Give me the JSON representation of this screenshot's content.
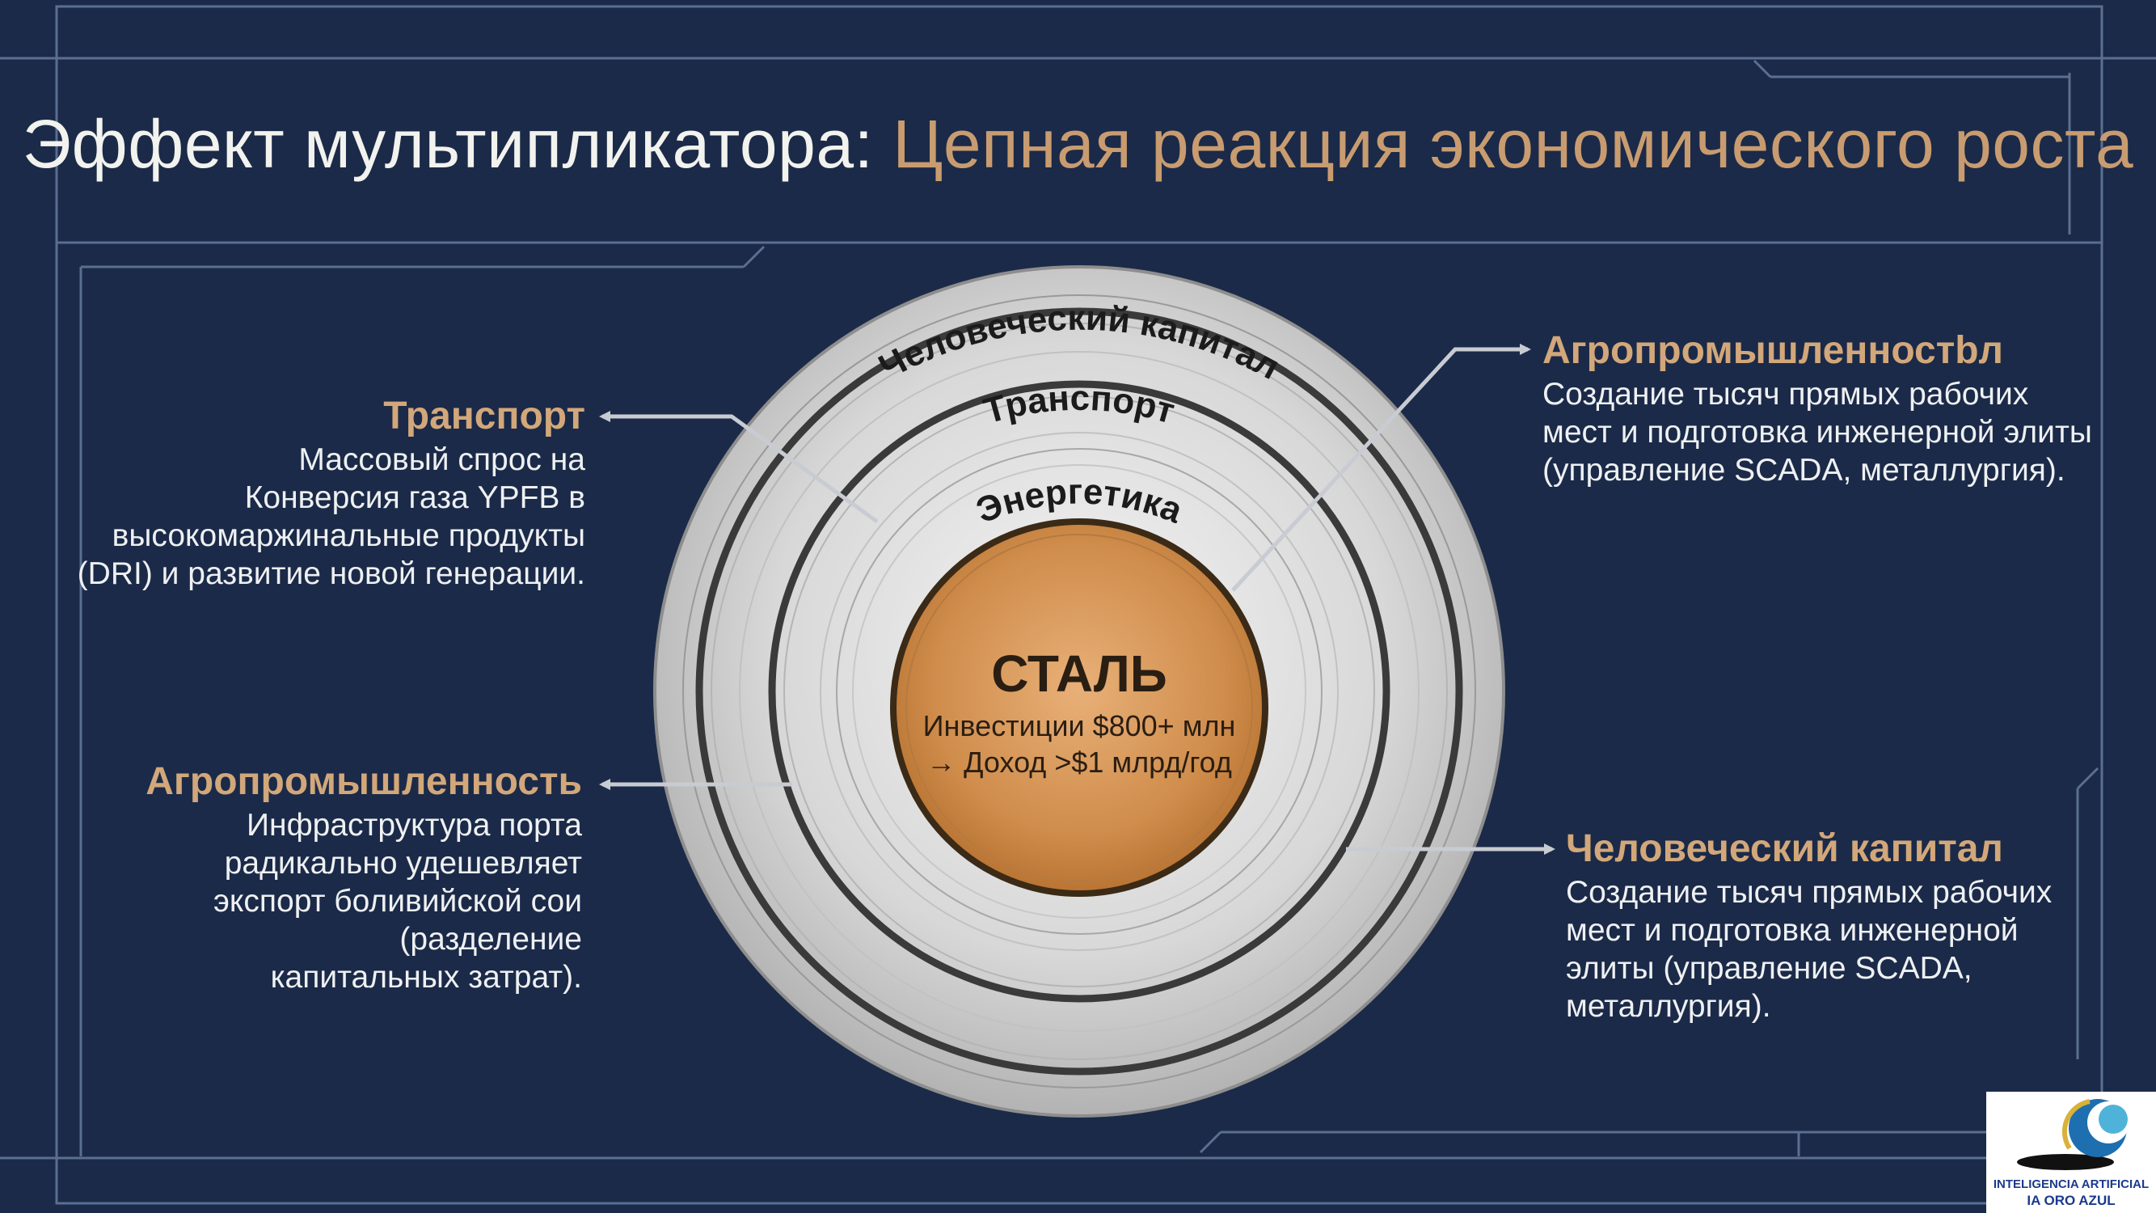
{
  "title": {
    "main": "Эффект мультипликатора:",
    "accent": "Цепная реакция экономического роста"
  },
  "center": {
    "title": "СТАЛЬ",
    "line1": "Инвестиции $800+ млн",
    "line2": "→ Доход >$1 млрд/год"
  },
  "rings": {
    "outer": "Человеческий капитал",
    "middle": "Транспорт",
    "inner": "Энергетика"
  },
  "callouts": {
    "transport": {
      "title": "Транспорт",
      "lines": [
        "Массовый спрос на",
        "Конверсия газа YPFB в",
        "высокомаржинальные продукты",
        "(DRI) и развитие новой генерации."
      ]
    },
    "agro_left": {
      "title": "Агропромышленность",
      "lines": [
        "Инфраструктура порта",
        "радикально удешевляет",
        "экспорт боливийской сои",
        "(разделение",
        "капитальных затрат)."
      ]
    },
    "agro_right": {
      "title": "Агропромышленностbл",
      "lines": [
        "Создание тысяч прямых рабочих",
        "мест и подготовка инженерной элиты",
        "(управление SCADA, металлургия)."
      ]
    },
    "human": {
      "title": "Человеческий капитал",
      "lines": [
        "Создание тысяч прямых рабочих",
        "мест и подготовка инженерной",
        "элиты (управление SCADA,",
        "металлургия)."
      ]
    }
  },
  "logo": {
    "line1": "INTELIGENCIA ARTIFICIAL",
    "line2": "IA ORO AZUL"
  },
  "colors": {
    "background": "#1b2a48",
    "accent": "#c89c70",
    "core": "#d3924f",
    "ring": "#d4d4d4"
  }
}
